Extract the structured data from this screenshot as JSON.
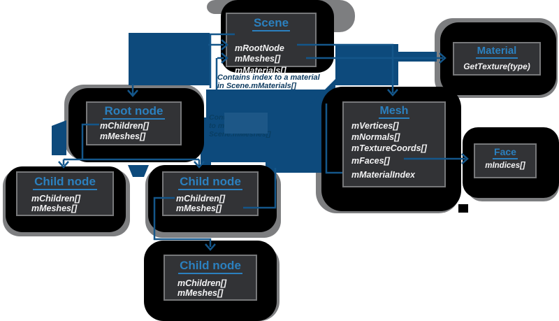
{
  "diagram": {
    "boxes": {
      "scene": {
        "title": "Scene",
        "fields": [
          "mRootNode",
          "mMeshes[]",
          "mMaterials[]"
        ]
      },
      "material": {
        "title": "Material",
        "fields": [
          "GetTexture(type)"
        ]
      },
      "mesh": {
        "title": "Mesh",
        "fields": [
          "mVertices[]",
          "mNormals[]",
          "mTextureCoords[]",
          "mFaces[]",
          "mMaterialIndex"
        ]
      },
      "face": {
        "title": "Face",
        "fields": [
          "mIndices[]"
        ]
      },
      "root": {
        "title": "Root node",
        "fields": [
          "mChildren[]",
          "mMeshes[]"
        ]
      },
      "child1": {
        "title": "Child node",
        "fields": [
          "mChildren[]",
          "mMeshes[]"
        ]
      },
      "child2": {
        "title": "Child node",
        "fields": [
          "mChildren[]",
          "mMeshes[]"
        ]
      },
      "child3": {
        "title": "Child node",
        "fields": [
          "mChildren[]",
          "mMeshes[]"
        ]
      }
    },
    "notes": {
      "material_note": {
        "lines": [
          "Contains index to a material",
          "in Scene.mMaterials[]"
        ]
      },
      "mesh_note": {
        "lines": [
          "Contains indices",
          "to meshes in",
          "Scene.mMeshes[]"
        ]
      }
    },
    "colors": {
      "title_accent": "#2b80bf",
      "arrow_blue": "#14568a",
      "mass_blue": "#0d4a7c",
      "blob_black": "#000000",
      "shadow_gray": "#7d7e80",
      "box_fill": "#323336",
      "note_navy": "#0d3a5f"
    }
  }
}
